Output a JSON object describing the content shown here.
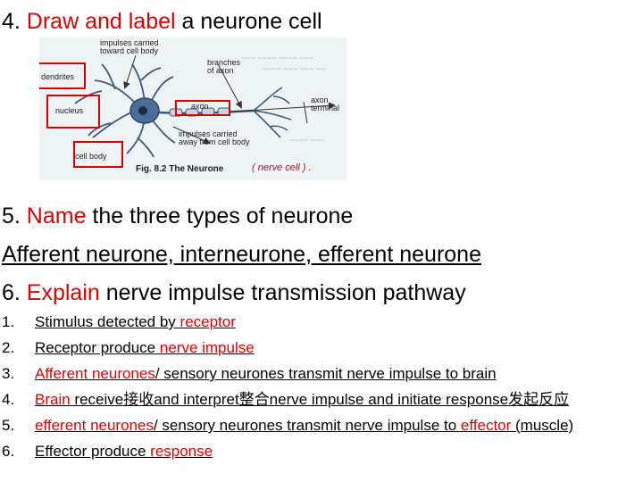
{
  "q4": {
    "num": "4. ",
    "verb": "Draw and label",
    "rest": " a neurone cell"
  },
  "figure": {
    "labels": {
      "impulses_toward": "impulses carried\ntoward cell body",
      "branches": "branches\nof axon",
      "dendrites": "dendrites",
      "nucleus": "nucleus",
      "axon": "axon",
      "axon_terminal": "axon\nterminal",
      "impulses_away": "impulses carried\naway from cell body",
      "cell_body": "cell body"
    },
    "caption": "Fig. 8.2 The Neurone",
    "handwritten_note": "( nerve cell ) ."
  },
  "q5": {
    "num": "5. ",
    "verb": "Name",
    "rest": " the three types of neurone"
  },
  "answer5": "Afferent neurone, interneurone, efferent neurone",
  "q6": {
    "num": "6. ",
    "verb": "Explain",
    "rest": " nerve impulse transmission pathway"
  },
  "steps": [
    {
      "num": "1.",
      "parts": [
        {
          "t": "Stimulus detected by "
        },
        {
          "t": "receptor",
          "red": true
        }
      ]
    },
    {
      "num": "2.",
      "parts": [
        {
          "t": "Receptor produce "
        },
        {
          "t": "nerve impulse",
          "red": true
        }
      ]
    },
    {
      "num": "3.",
      "parts": [
        {
          "t": "Afferent neurones",
          "red": true
        },
        {
          "t": "/ sensory neurones transmit nerve impulse to brain"
        }
      ]
    },
    {
      "num": "4.",
      "parts": [
        {
          "t": "Brain",
          "red": true
        },
        {
          "t": " receive接收and interpret整合nerve impulse and initiate response发起反应"
        }
      ]
    },
    {
      "num": "5.",
      "parts": [
        {
          "t": "efferent neurones",
          "red": true
        },
        {
          "t": "/ sensory neurones transmit nerve impulse to "
        },
        {
          "t": "effector",
          "red": true
        },
        {
          "t": " (muscle)"
        }
      ]
    },
    {
      "num": "6.",
      "parts": [
        {
          "t": "Effector produce "
        },
        {
          "t": "response",
          "red": true
        }
      ]
    }
  ],
  "colors": {
    "accent": "#e00000",
    "text": "#000000"
  }
}
